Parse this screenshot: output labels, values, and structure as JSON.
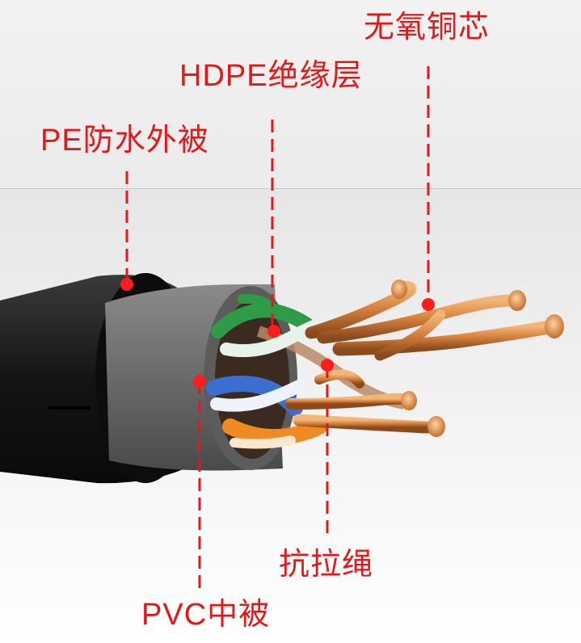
{
  "labels": {
    "copper": "无氧铜芯",
    "hdpe": "HDPE绝缘层",
    "pe_jacket": "PE防水外被",
    "rope": "抗拉绳",
    "pvc_jacket": "PVC中被"
  },
  "colors": {
    "label_red": "#e01a1a",
    "outer_jacket": "#1b1b1b",
    "inner_jacket": "#6b6b6b",
    "copper": "#d8843f",
    "green_pair": "#2e9b47",
    "blue_pair": "#3a6fd0",
    "orange_pair": "#f08a22"
  }
}
